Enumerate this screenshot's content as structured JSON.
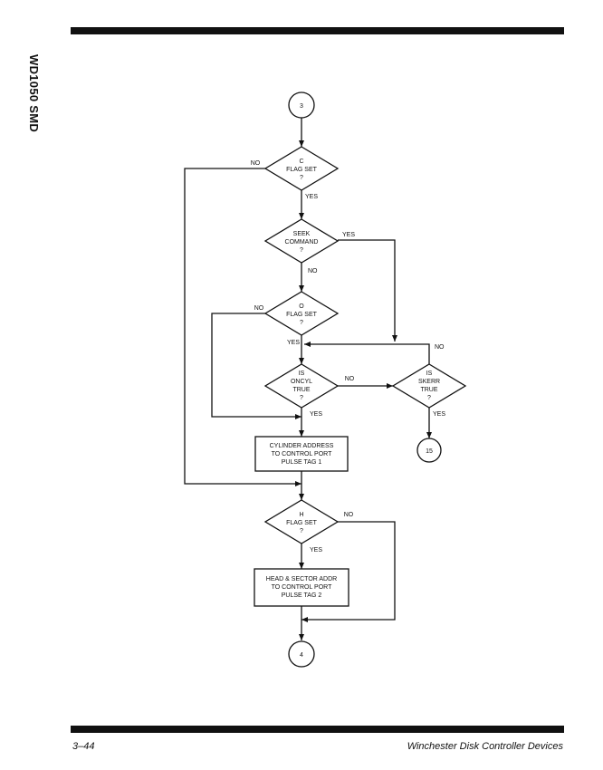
{
  "header": {
    "side_label": "WD1050 SMD"
  },
  "footer": {
    "page_number": "3–44",
    "title": "Winchester Disk Controller Devices"
  },
  "flowchart": {
    "connectors": {
      "start": "3",
      "end": "4",
      "skerr_exit": "15"
    },
    "decisions": {
      "c_flag": [
        "C",
        "FLAG SET",
        "?"
      ],
      "seek_command": [
        "SEEK",
        "COMMAND",
        "?"
      ],
      "o_flag": [
        "O",
        "FLAG SET",
        "?"
      ],
      "is_oncyl": [
        "IS",
        "ONCYL",
        "TRUE",
        "?"
      ],
      "is_skerr": [
        "IS",
        "SKERR",
        "TRUE",
        "?"
      ],
      "h_flag": [
        "H",
        "FLAG SET",
        "?"
      ]
    },
    "processes": {
      "cylinder": [
        "CYLINDER ADDRESS",
        "TO CONTROL PORT",
        "PULSE TAG 1"
      ],
      "head_sector": [
        "HEAD & SECTOR ADDR",
        "TO CONTROL PORT",
        "PULSE TAG 2"
      ]
    },
    "branch_labels": {
      "c_no": "NO",
      "c_yes": "YES",
      "seek_yes": "YES",
      "seek_no": "NO",
      "o_no": "NO",
      "o_yes": "YES",
      "oncyl_no": "NO",
      "oncyl_yes": "YES",
      "skerr_no": "NO",
      "skerr_yes": "YES",
      "h_no": "NO",
      "h_yes": "YES"
    }
  }
}
